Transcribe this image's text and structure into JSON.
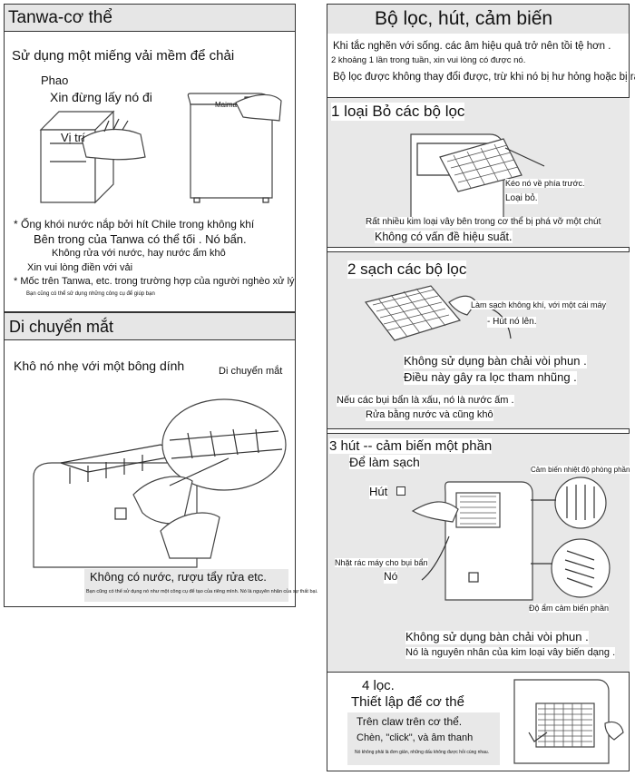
{
  "left": {
    "care": {
      "title": "Tanwa-cơ thể",
      "instruction": "Sử dụng một miếng vải mềm để chải",
      "label_float": "Phao",
      "label_dont_remove": "Xin đừng lấy nó đi",
      "label_position": "Vị trí",
      "label_mama": "Maima",
      "note1": "* Ống khói nước nắp bởi hít Chile trong không khí",
      "note1b": "Bên trong của Tanwa có thể tối . Nó bẩn.",
      "note1c": "Không rửa với nước, hay nước ẩm khô",
      "note1d": "Xin vui lòng điền với vải",
      "note2": "* Mốc trên Tanwa, etc. trong trường hợp của người nghèo xử lý",
      "note2b": "Bạn cũng có thể sử dụng những công cụ để giúp bạn"
    },
    "move": {
      "title": "Di chuyển mắt",
      "instruction": "Khô nó nhẹ với một bông dính",
      "label_eye": "Di chuyển mắt",
      "warn1": "Không có nước, rượu tẩy rửa etc.",
      "warn2": "Bạn cũng có thể sử dụng nó như một công cụ để tạo của riêng mình. Nó là nguyên nhân của sự thất bại."
    }
  },
  "right": {
    "title": "Bộ lọc, hút, cảm biến",
    "intro1": "Khi tắc nghẽn với sống. các âm hiệu quả trở nên tồi tệ hơn .",
    "intro2": "2 khoảng 1 lần trong tuần, xin vui lòng có được nó.",
    "intro3": "Bộ lọc được không thay đổi được, trừ khi nó bị hư hỏng hoặc bị rách .",
    "step1": {
      "title": "1 loại Bỏ các bộ lọc",
      "label_pull": "Kéo nó về phía trước.",
      "label_remove": "Loại bỏ.",
      "note1": "Rất nhiều kim loại vây bên trong cơ thể bị phá vỡ một chút",
      "note2": "Không có vấn đề hiệu suất."
    },
    "step2": {
      "title": "2 sạch các bộ lọc",
      "label_clean": "Làm sạch không khí, với một cái máy",
      "label_suck": "- Hút nó lên.",
      "warn1": "Không sử dụng bàn chải vòi phun .",
      "warn2": "Điều này gây ra lọc tham nhũng .",
      "note1": "Nếu các bụi bẩn là xấu, nó là nước ấm .",
      "note2": "Rửa bằng nước và cũng khô"
    },
    "step3": {
      "title": "3 hút -- cảm biến một phần",
      "subtitle": "Để làm sạch",
      "label_suction": "Hút",
      "label_sensor_room": "Cảm biến nhiệt độ phòng phần",
      "label_vacuum": "Nhặt rác máy cho bụi bẩn",
      "label_it": "Nó",
      "label_humidity": "Độ ẩm cảm biến phần",
      "warn1": "Không sử dụng bàn chải vòi phun .",
      "warn2": "Nó là nguyên nhân của kim loại vây biến dạng ."
    },
    "step4": {
      "title": "4 lọc.",
      "subtitle": "Thiết lập để cơ thể",
      "line1": "Trên claw trên cơ thể.",
      "line2": "Chèn, \"click\", và âm thanh",
      "line3": "Nó không phải là đơn giản, những dấu không được hỏi cùng nhau."
    }
  }
}
